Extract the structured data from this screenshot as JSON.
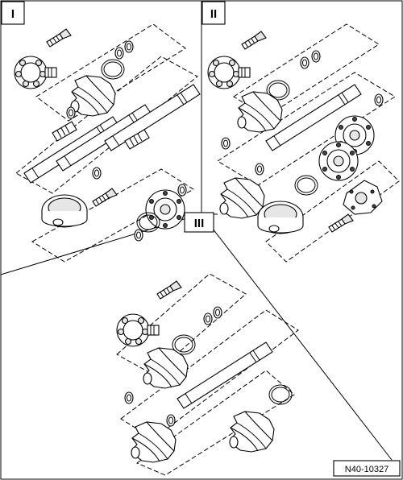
{
  "panels": [
    {
      "label": "I"
    },
    {
      "label": "II"
    },
    {
      "label": "III"
    }
  ],
  "reference_number": "N40-10327"
}
